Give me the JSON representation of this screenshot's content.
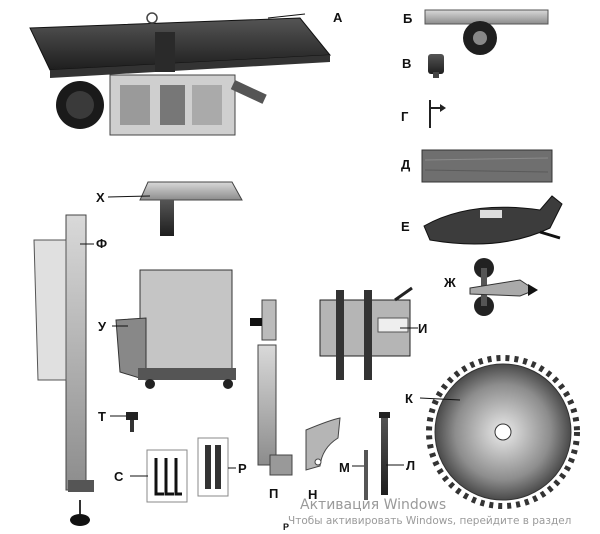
{
  "labels": {
    "A": "А",
    "B": "Б",
    "V": "В",
    "G": "Г",
    "D": "Д",
    "E": "Е",
    "ZH": "Ж",
    "I": "И",
    "K": "К",
    "L": "Л",
    "M": "М",
    "N": "Н",
    "P": "П",
    "R": "Р",
    "S": "С",
    "T": "Т",
    "U": "У",
    "F": "Ф",
    "KH": "Х",
    "bottom": "Р"
  },
  "watermark": {
    "title": "Активация Windows",
    "subtitle": "Чтобы активировать Windows, перейдите в раздел"
  }
}
